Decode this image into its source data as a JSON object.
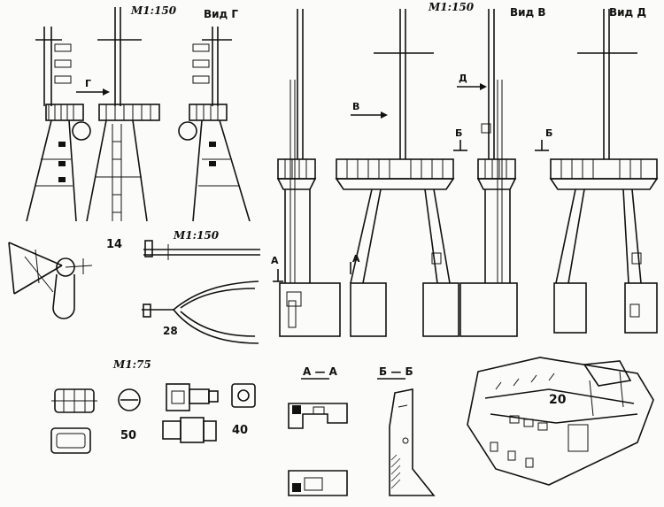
{
  "scales": {
    "top_left": "М1:150",
    "top_right": "М1:150",
    "middle": "М1:150",
    "bottom": "М1:75"
  },
  "views": {
    "g": "Вид Г",
    "v": "Вид В",
    "d": "Вид Д"
  },
  "arrows": {
    "g": "Г",
    "v": "В",
    "d": "Д",
    "b1": "Б",
    "b2": "Б",
    "a1": "А",
    "a2": "А"
  },
  "sections": {
    "aa": "А — А",
    "bb": "Б — Б"
  },
  "part_numbers": {
    "p14": "14",
    "p28": "28",
    "p50": "50",
    "p40": "40",
    "p20": "20"
  }
}
